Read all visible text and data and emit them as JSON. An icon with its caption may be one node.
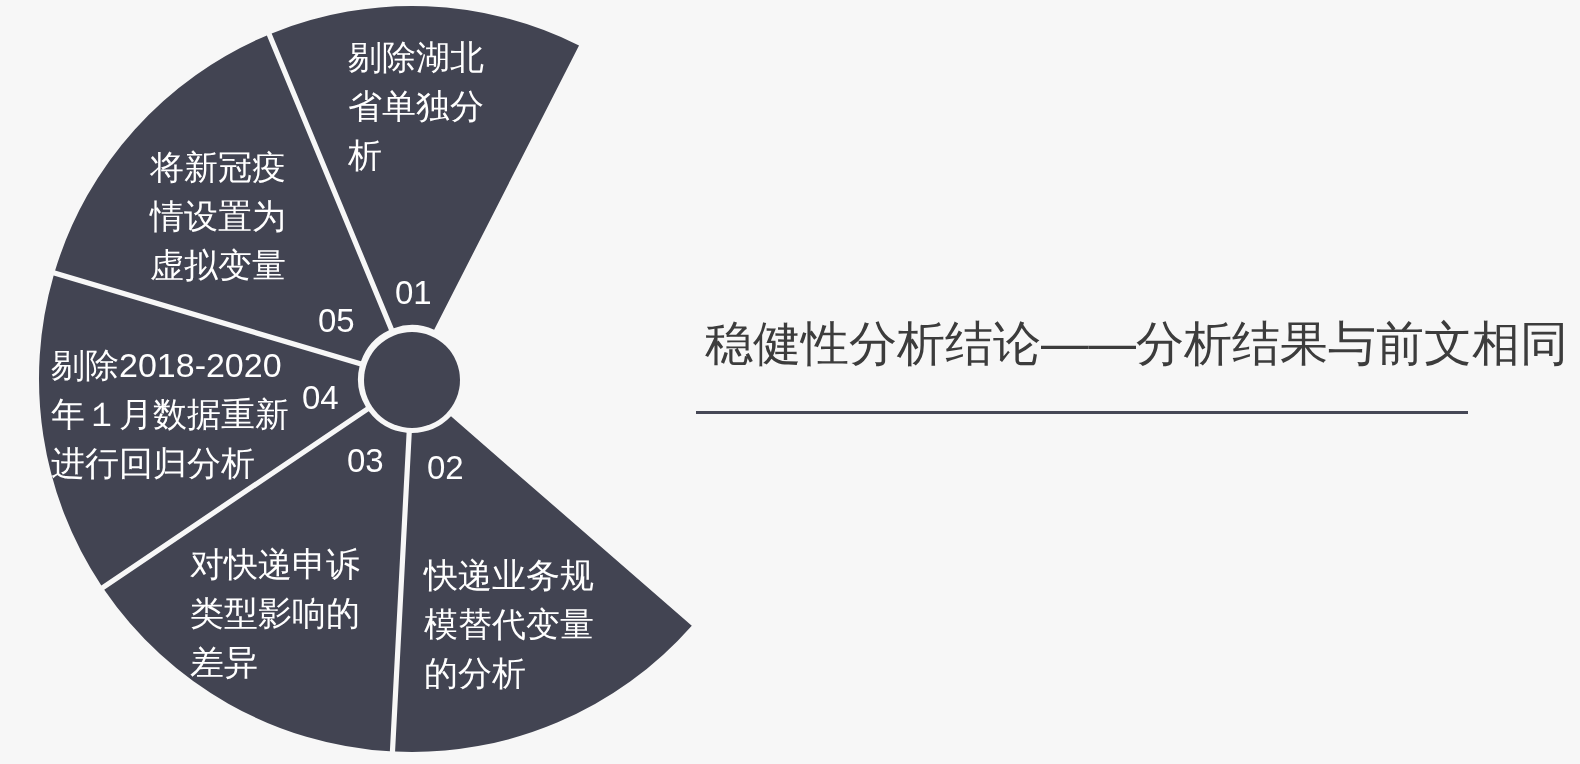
{
  "diagram": {
    "title": "稳健性分析结论——分析结果与前文相同",
    "nodes": [
      {
        "text": [
          "剔除湖北省单独分析",
          "01"
        ]
      },
      {
        "text": [
          "02",
          "快递业务规模替代变量的分析"
        ]
      },
      {
        "text": [
          "03",
          "对快递申诉类型影响的差异"
        ]
      },
      {
        "text": [
          "剔除2018-2020年１月数据重新进行回归分析",
          "04"
        ]
      },
      {
        "text": [
          "将新冠疫情设置为虚拟变量",
          "05"
        ]
      },
      {
        "text": [],
        "shape": "circle"
      }
    ]
  }
}
